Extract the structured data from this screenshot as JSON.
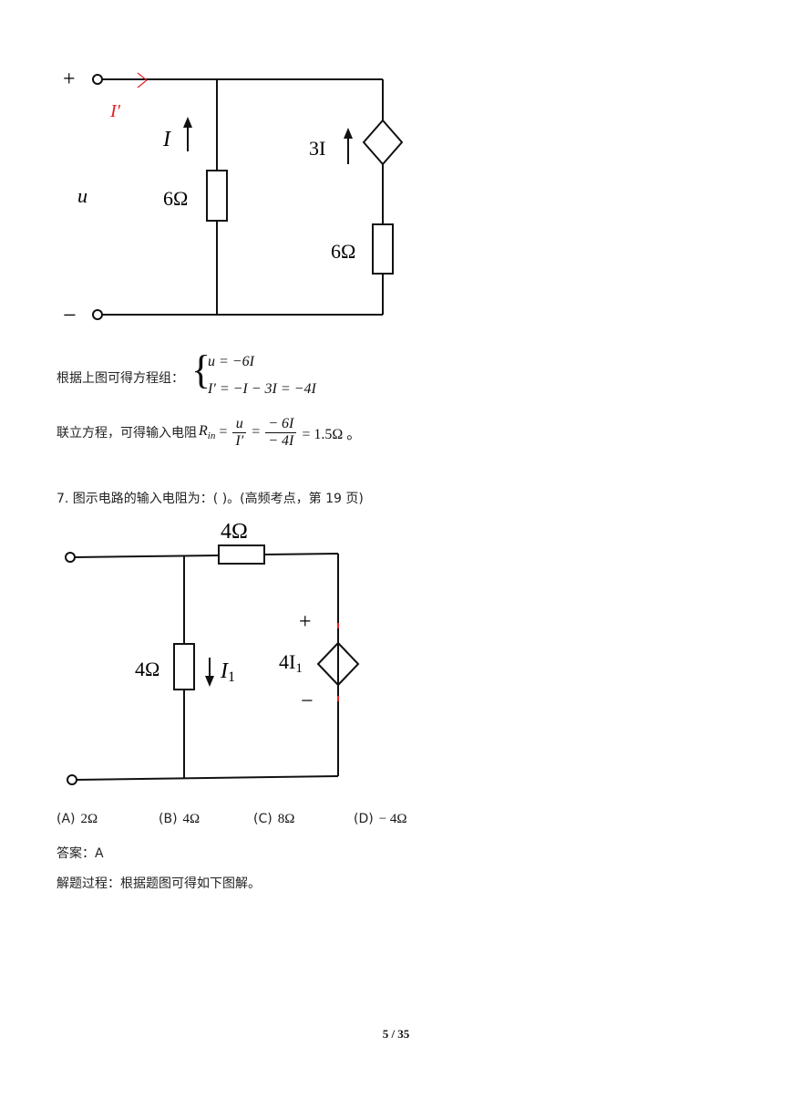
{
  "circuit1": {
    "plus": "+",
    "minus": "−",
    "current_prime": "I′",
    "current_I": "I",
    "voltage_u": "u",
    "res_left": "6Ω",
    "res_right": "6Ω",
    "dep_source": "3I"
  },
  "eq1": {
    "intro": "根据上图可得方程组：",
    "line1": "u = −6I",
    "line2": "I′ = −I − 3I = −4I"
  },
  "eq2": {
    "intro": "联立方程，可得输入电阻",
    "lhs": "R",
    "lhs_sub": "in",
    "f1_num": "u",
    "f1_den": "I′",
    "f2_num": "− 6I",
    "f2_den": "− 4I",
    "result": "= 1.5Ω 。"
  },
  "question7": {
    "text": "7.  图示电路的输入电阻为：(    )。(高频考点，第 19 页)"
  },
  "circuit2": {
    "res_top": "4Ω",
    "res_left": "4Ω",
    "current_I1": "I",
    "current_I1_sub": "1",
    "dep_source": "4I",
    "dep_source_sub": "1",
    "plus": "+",
    "minus": "−"
  },
  "options": [
    {
      "label": "(A)",
      "value": "2Ω"
    },
    {
      "label": "(B)",
      "value": "4Ω"
    },
    {
      "label": "(C)",
      "value": "8Ω"
    },
    {
      "label": "(D)",
      "value": "− 4Ω"
    }
  ],
  "answer": "答案：A",
  "solution": "解题过程：根据题图可得如下图解。",
  "footer": "5 / 35"
}
